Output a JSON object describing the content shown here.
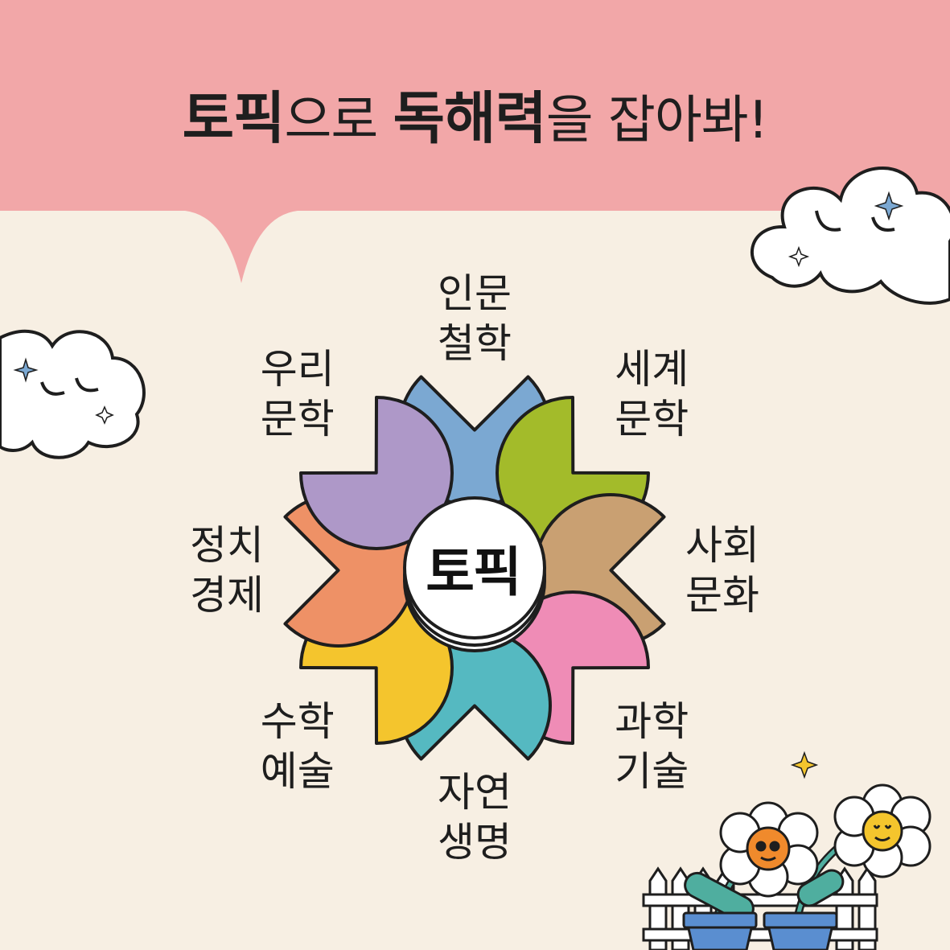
{
  "headline": {
    "part1": "토픽",
    "part2": "으로 ",
    "part3": "독해력",
    "part4": "을 잡아봐!"
  },
  "center_label": "토픽",
  "topics": [
    {
      "line1": "인문",
      "line2": "철학",
      "color": "#7ba8d2"
    },
    {
      "line1": "세계",
      "line2": "문학",
      "color": "#a3bb2a"
    },
    {
      "line1": "사회",
      "line2": "문화",
      "color": "#c9a072"
    },
    {
      "line1": "과학",
      "line2": "기술",
      "color": "#ef8cb6"
    },
    {
      "line1": "자연",
      "line2": "생명",
      "color": "#55b9c1"
    },
    {
      "line1": "수학",
      "line2": "예술",
      "color": "#f4c52d"
    },
    {
      "line1": "정치",
      "line2": "경제",
      "color": "#ee9166"
    },
    {
      "line1": "우리",
      "line2": "문학",
      "color": "#ae98c8"
    }
  ],
  "colors": {
    "banner": "#f2a7a8",
    "background": "#f7efe3",
    "outline": "#1e1e1e"
  }
}
